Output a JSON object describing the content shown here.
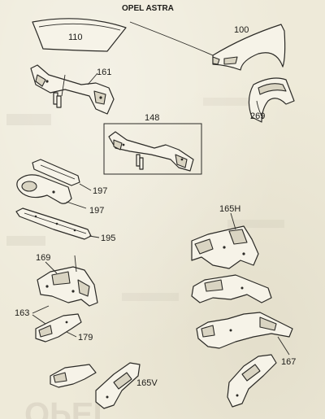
{
  "title": "OPEL ASTRA",
  "labels": {
    "hood": "110",
    "fender": "100",
    "wheelhouse_liner": "269",
    "front_panel": "161",
    "front_panel_alt": "148",
    "headlamp_support": "197",
    "headlamp_support_lower": "197",
    "lower_crossmember": "195",
    "apron_right": "165H",
    "apron_left": "169",
    "side_member_group": "163",
    "front_rail": "179",
    "rear_rail": "167",
    "apron_inner_left": "165V"
  }
}
